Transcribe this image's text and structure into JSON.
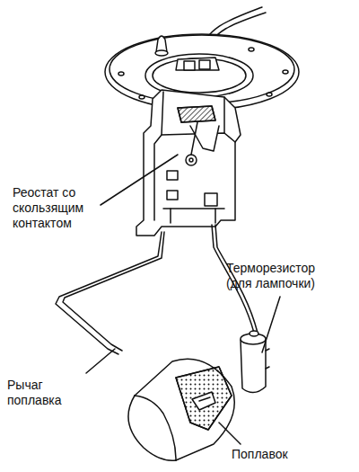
{
  "diagram": {
    "labels": [
      "Реостат со скользящим контактом",
      "Терморезистор (для лампочки)",
      "Рычаг поплавка",
      "Поплавок"
    ]
  }
}
